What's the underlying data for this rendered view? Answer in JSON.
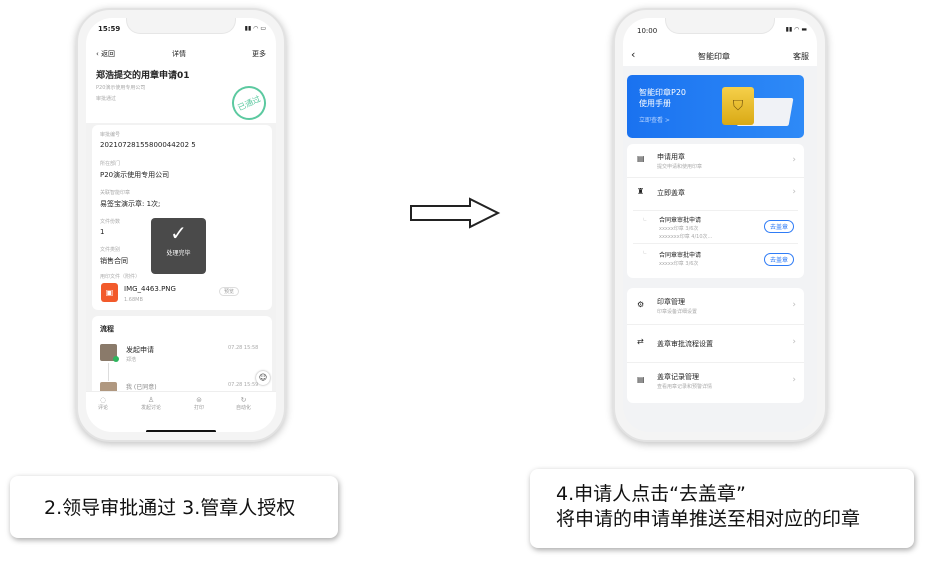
{
  "left_phone": {
    "status_time": "15:59",
    "nav": {
      "back": "返回",
      "title": "详情",
      "more": "更多"
    },
    "title": "郑浩提交的用章申请01",
    "company": "P20演示使用专用公司",
    "status": "审批通过",
    "stamp": "已通过",
    "fields": [
      {
        "label": "审批编号",
        "value": "20210728155800044202 5"
      },
      {
        "label": "所在部门",
        "value": "P20演示使用专用公司"
      },
      {
        "label": "关联智能印章",
        "value": "易签宝演示章: 1次;"
      },
      {
        "label": "文件份数",
        "value": "1"
      },
      {
        "label": "文件类别",
        "value": "销售合同"
      }
    ],
    "attachment_label": "用印文件（附件）",
    "attachment": {
      "name": "IMG_4463.PNG",
      "size": "1.68MB",
      "preview": "预览"
    },
    "toast": "处理完毕",
    "flow_title": "流程",
    "flow": [
      {
        "title": "发起申请",
        "sub": "郑浩",
        "time": "07.28 15:58"
      },
      {
        "title": "我 (已同意)",
        "time": "07.28 15:59"
      }
    ],
    "tabs": [
      "评论",
      "发起讨论",
      "打印",
      "自动化"
    ]
  },
  "right_phone": {
    "status_time": "10:00",
    "nav": {
      "title": "智能印章",
      "service": "客服"
    },
    "banner": {
      "line1": "智能印章P20",
      "line2": "使用手册",
      "link": "立即查看 >"
    },
    "menu1": [
      {
        "title": "申请用章",
        "sub": "提交申请和使用印章"
      },
      {
        "title": "立即盖章"
      }
    ],
    "requests": [
      {
        "title": "合同章审批申请",
        "lines": [
          "xxxxx印章 3/6次",
          "xxxxxxx印章 4/10次..."
        ],
        "button": "去盖章"
      },
      {
        "title": "合同章审批申请",
        "lines": [
          "xxxxx印章 3/6次"
        ],
        "button": "去盖章"
      }
    ],
    "menu2": [
      {
        "title": "印章管理",
        "sub": "印章设备详细设置"
      },
      {
        "title": "盖章审批流程设置"
      },
      {
        "title": "盖章记录管理",
        "sub": "查看用章记录和预警详情"
      }
    ]
  },
  "captions": {
    "left": "2.领导审批通过 3.管章人授权",
    "right_line1": "4.申请人点击“去盖章”",
    "right_line2": "将申请的申请单推送至相对应的印章"
  },
  "colors": {
    "accent": "#2f7cf6",
    "stamp_green": "#5cc9a0",
    "file_orange": "#f25a2b"
  }
}
